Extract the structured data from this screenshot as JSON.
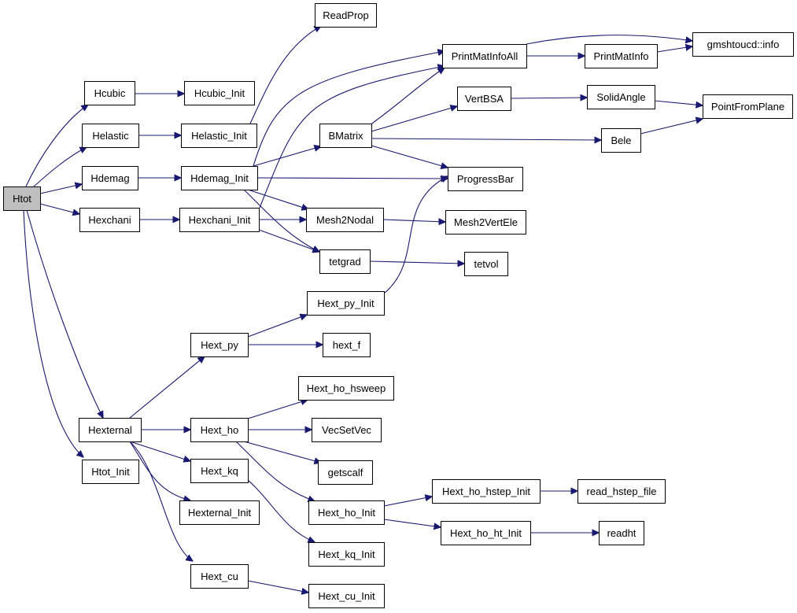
{
  "diagram": {
    "edge_color": "#191970",
    "root_fill": "#bfbfbf",
    "nodes": [
      {
        "id": "htot",
        "label": "Htot",
        "root": true
      },
      {
        "id": "hcubic",
        "label": "Hcubic"
      },
      {
        "id": "hcubic_init",
        "label": "Hcubic_Init"
      },
      {
        "id": "readprop",
        "label": "ReadProp"
      },
      {
        "id": "helastic",
        "label": "Helastic"
      },
      {
        "id": "helastic_init",
        "label": "Helastic_Init"
      },
      {
        "id": "hdemag",
        "label": "Hdemag"
      },
      {
        "id": "hdemag_init",
        "label": "Hdemag_Init"
      },
      {
        "id": "hexchani",
        "label": "Hexchani"
      },
      {
        "id": "hexchani_init",
        "label": "Hexchani_Init"
      },
      {
        "id": "printmatinfoall",
        "label": "PrintMatInfoAll"
      },
      {
        "id": "printmatinfo",
        "label": "PrintMatInfo"
      },
      {
        "id": "gmshtoucd_info",
        "label": "gmshtoucd::info"
      },
      {
        "id": "vertbsa",
        "label": "VertBSA"
      },
      {
        "id": "solidangle",
        "label": "SolidAngle"
      },
      {
        "id": "pointfromplane",
        "label": "PointFromPlane"
      },
      {
        "id": "bmatrix",
        "label": "BMatrix"
      },
      {
        "id": "bele",
        "label": "Bele"
      },
      {
        "id": "progressbar",
        "label": "ProgressBar"
      },
      {
        "id": "mesh2nodal",
        "label": "Mesh2Nodal"
      },
      {
        "id": "mesh2vertele",
        "label": "Mesh2VertEle"
      },
      {
        "id": "tetgrad",
        "label": "tetgrad"
      },
      {
        "id": "tetvol",
        "label": "tetvol"
      },
      {
        "id": "hext_py_init",
        "label": "Hext_py_Init"
      },
      {
        "id": "hext_py",
        "label": "Hext_py"
      },
      {
        "id": "hext_f",
        "label": "hext_f"
      },
      {
        "id": "hext_ho_hsweep",
        "label": "Hext_ho_hsweep"
      },
      {
        "id": "hexternal",
        "label": "Hexternal"
      },
      {
        "id": "hext_ho",
        "label": "Hext_ho"
      },
      {
        "id": "vecsetvec",
        "label": "VecSetVec"
      },
      {
        "id": "htot_init",
        "label": "Htot_Init"
      },
      {
        "id": "hext_kq",
        "label": "Hext_kq"
      },
      {
        "id": "getscalf",
        "label": "getscalf"
      },
      {
        "id": "hext_ho_hstep_init",
        "label": "Hext_ho_hstep_Init"
      },
      {
        "id": "read_hstep_file",
        "label": "read_hstep_file"
      },
      {
        "id": "hexternal_init",
        "label": "Hexternal_Init"
      },
      {
        "id": "hext_ho_init",
        "label": "Hext_ho_Init"
      },
      {
        "id": "hext_ho_ht_init",
        "label": "Hext_ho_ht_Init"
      },
      {
        "id": "readht",
        "label": "readht"
      },
      {
        "id": "hext_kq_init",
        "label": "Hext_kq_Init"
      },
      {
        "id": "hext_cu",
        "label": "Hext_cu"
      },
      {
        "id": "hext_cu_init",
        "label": "Hext_cu_Init"
      }
    ],
    "edges": [
      {
        "from": "htot",
        "to": "hcubic"
      },
      {
        "from": "htot",
        "to": "helastic"
      },
      {
        "from": "htot",
        "to": "hdemag"
      },
      {
        "from": "htot",
        "to": "hexchani"
      },
      {
        "from": "htot",
        "to": "hexternal"
      },
      {
        "from": "htot",
        "to": "htot_init"
      },
      {
        "from": "hcubic",
        "to": "hcubic_init"
      },
      {
        "from": "helastic",
        "to": "helastic_init"
      },
      {
        "from": "helastic_init",
        "to": "readprop"
      },
      {
        "from": "hdemag",
        "to": "hdemag_init"
      },
      {
        "from": "hdemag_init",
        "to": "printmatinfoall"
      },
      {
        "from": "hdemag_init",
        "to": "bmatrix"
      },
      {
        "from": "hdemag_init",
        "to": "progressbar"
      },
      {
        "from": "hdemag_init",
        "to": "mesh2nodal"
      },
      {
        "from": "hdemag_init",
        "to": "tetgrad"
      },
      {
        "from": "hexchani",
        "to": "hexchani_init"
      },
      {
        "from": "hexchani_init",
        "to": "printmatinfoall"
      },
      {
        "from": "hexchani_init",
        "to": "mesh2nodal"
      },
      {
        "from": "hexchani_init",
        "to": "tetgrad"
      },
      {
        "from": "printmatinfoall",
        "to": "printmatinfo"
      },
      {
        "from": "printmatinfoall",
        "to": "gmshtoucd_info"
      },
      {
        "from": "printmatinfo",
        "to": "gmshtoucd_info"
      },
      {
        "from": "bmatrix",
        "to": "printmatinfoall"
      },
      {
        "from": "bmatrix",
        "to": "vertbsa"
      },
      {
        "from": "bmatrix",
        "to": "bele"
      },
      {
        "from": "bmatrix",
        "to": "progressbar"
      },
      {
        "from": "vertbsa",
        "to": "solidangle"
      },
      {
        "from": "solidangle",
        "to": "pointfromplane"
      },
      {
        "from": "bele",
        "to": "pointfromplane"
      },
      {
        "from": "mesh2nodal",
        "to": "mesh2vertele"
      },
      {
        "from": "tetgrad",
        "to": "tetvol"
      },
      {
        "from": "hext_py_init",
        "to": "progressbar"
      },
      {
        "from": "hexternal",
        "to": "hext_py"
      },
      {
        "from": "hexternal",
        "to": "hext_ho"
      },
      {
        "from": "hexternal",
        "to": "hext_kq"
      },
      {
        "from": "hexternal",
        "to": "hexternal_init"
      },
      {
        "from": "hexternal",
        "to": "hext_cu"
      },
      {
        "from": "hext_py",
        "to": "hext_py_init"
      },
      {
        "from": "hext_py",
        "to": "hext_f"
      },
      {
        "from": "hext_ho",
        "to": "hext_ho_hsweep"
      },
      {
        "from": "hext_ho",
        "to": "vecsetvec"
      },
      {
        "from": "hext_ho",
        "to": "getscalf"
      },
      {
        "from": "hext_ho",
        "to": "hext_ho_init"
      },
      {
        "from": "hext_ho_init",
        "to": "hext_ho_hstep_init"
      },
      {
        "from": "hext_ho_init",
        "to": "hext_ho_ht_init"
      },
      {
        "from": "hext_ho_hstep_init",
        "to": "read_hstep_file"
      },
      {
        "from": "hext_ho_ht_init",
        "to": "readht"
      },
      {
        "from": "hext_kq",
        "to": "hext_kq_init"
      },
      {
        "from": "hext_cu",
        "to": "hext_cu_init"
      }
    ]
  }
}
